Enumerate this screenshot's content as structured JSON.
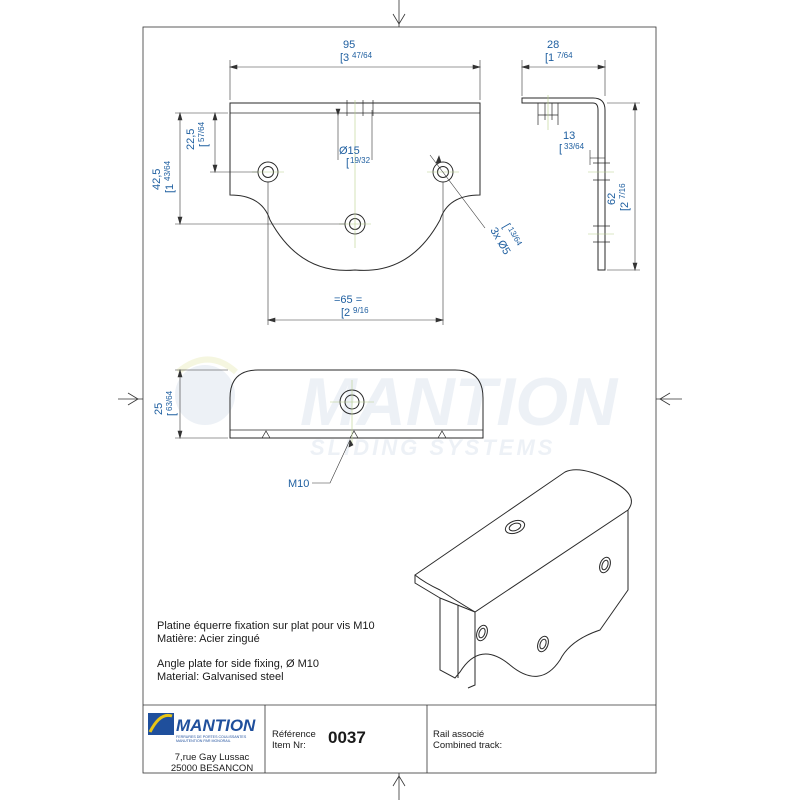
{
  "dimensions": {
    "width_mm": "95",
    "width_in": "[3",
    "width_in_frac": "47/64",
    "depth_mm": "28",
    "depth_in": "[1",
    "depth_in_frac": "7/64",
    "height_mm": "42,5",
    "height_in": "[1",
    "height_in_frac": "43/64",
    "hole_height_mm": "22,5",
    "hole_height_in": "[",
    "hole_height_in_frac": "57/64",
    "bore_mm": "Ø15",
    "bore_in": "[",
    "bore_in_frac": "19/32",
    "flange_mm": "13",
    "flange_in": "[",
    "flange_in_frac": "33/64",
    "side_height_mm": "62",
    "side_height_in": "[2",
    "side_height_in_frac": "7/16",
    "holes_mm": "3x Ø5",
    "holes_in": "[",
    "holes_in_frac": "13/64",
    "spacing_mm": "=65     =",
    "spacing_in": "[2",
    "spacing_in_frac": "9/16",
    "front_height_mm": "25",
    "front_height_in": "[",
    "front_height_in_frac": "63/64",
    "thread": "M10"
  },
  "watermark": {
    "brand": "MANTION",
    "tagline": "SLIDING SYSTEMS"
  },
  "description": {
    "fr_line1": "Platine équerre fixation sur plat pour vis M10",
    "fr_line2": "Matière: Acier zingué",
    "en_line1": "Angle plate for side fixing, Ø M10",
    "en_line2": "Material: Galvanised steel"
  },
  "title_block": {
    "logo_text": "MANTION",
    "logo_sub1": "FERRURES DE PORTES COULISSANTES",
    "logo_sub2": "MANUTENTION PAR MONORAIL",
    "address_line1": "7,rue Gay Lussac",
    "address_line2": "25000 BESANCON",
    "ref_label_fr": "Référence",
    "ref_label_en": "Item Nr:",
    "ref_number": "0037",
    "rail_label_fr": "Rail associé",
    "rail_label_en": "Combined track:"
  },
  "colors": {
    "dimension": "#1f5fa0",
    "line": "#1a1a1a",
    "watermark": "#dfe6f0",
    "logo_blue": "#1f4f9c",
    "logo_yellow": "#e8c515"
  }
}
